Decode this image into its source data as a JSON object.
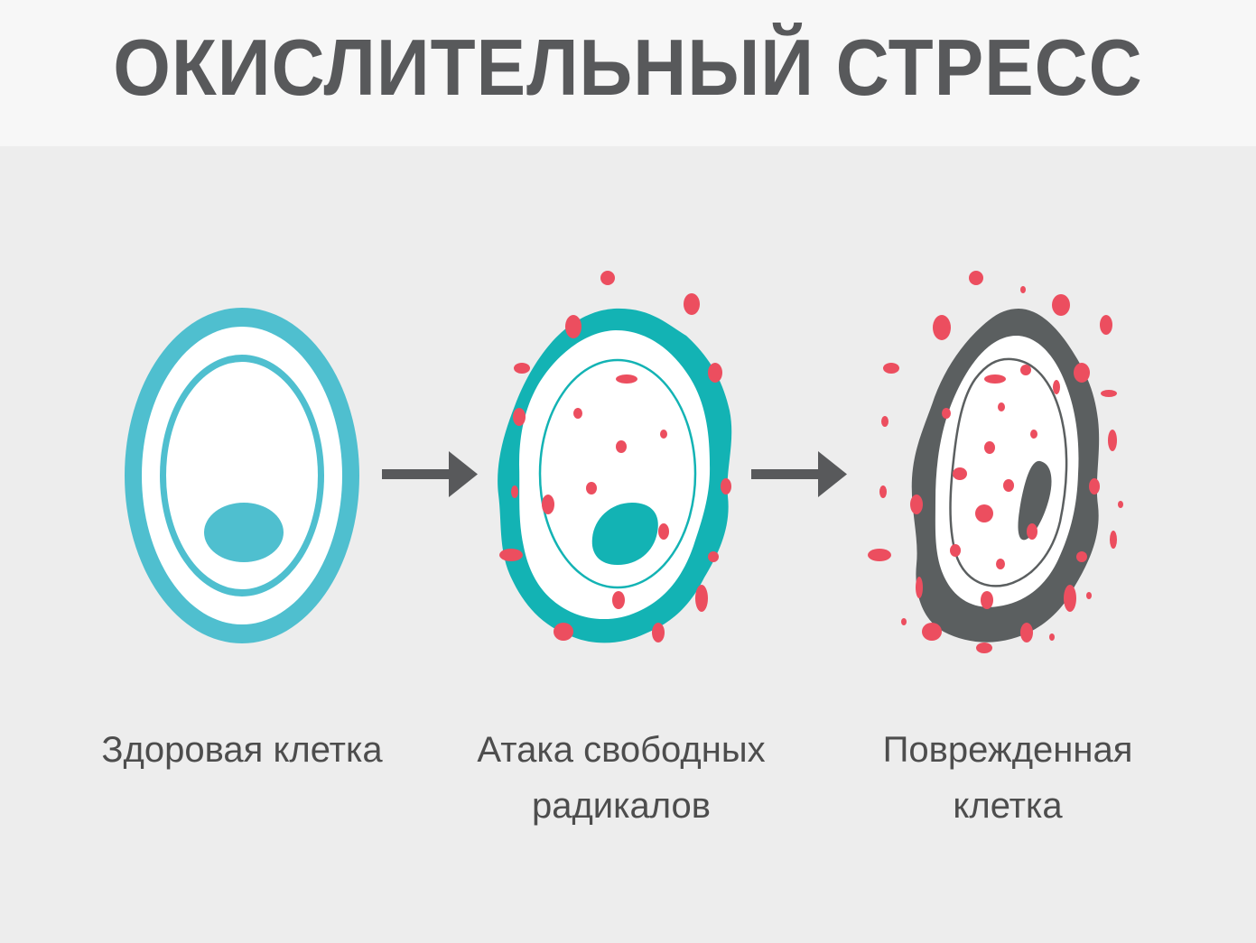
{
  "title": "ОКИСЛИТЕЛЬНЫЙ СТРЕСС",
  "stages": [
    {
      "caption_lines": [
        "Здоровая клетка"
      ]
    },
    {
      "caption_lines": [
        "Атака свободных",
        "радикалов"
      ]
    },
    {
      "caption_lines": [
        "Поврежденная",
        "клетка"
      ]
    }
  ],
  "colors": {
    "healthy_cell": "#4fbfcf",
    "attacked_cell": "#13b3b4",
    "damaged_cell": "#5b5f60",
    "free_radical": "#ec4e5f",
    "arrow": "#58595b",
    "title": "#58595b",
    "caption": "#4d4d4d",
    "background": "#ededed",
    "header_background": "#f7f7f7"
  },
  "icons": [
    "healthy-cell-icon",
    "arrow-right-icon",
    "attacked-cell-icon",
    "arrow-right-icon",
    "damaged-cell-icon",
    "free-radical-icon"
  ]
}
